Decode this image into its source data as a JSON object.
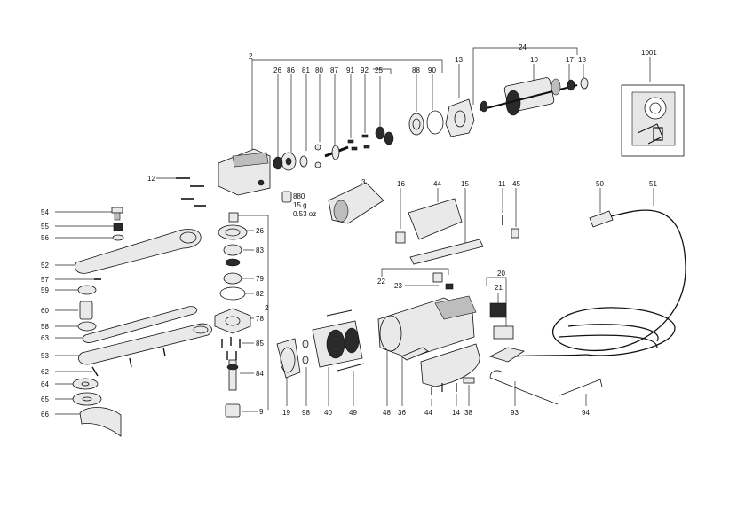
{
  "labels": {
    "l2a": "2",
    "l26a": "26",
    "l86": "86",
    "l81": "81",
    "l80": "80",
    "l87": "87",
    "l91": "91",
    "l92": "92",
    "l25": "25",
    "l88": "88",
    "l90": "90",
    "l13": "13",
    "l24": "24",
    "l10": "10",
    "l17": "17",
    "l18": "18",
    "l1001": "1001",
    "l12": "12",
    "l880": "880",
    "weight_g": "15 g",
    "weight_oz": "0.53 oz",
    "l3": "3",
    "l16": "16",
    "l44a": "44",
    "l15": "15",
    "l11": "11",
    "l45": "45",
    "l50": "50",
    "l51": "51",
    "l54": "54",
    "l55": "55",
    "l56": "56",
    "l52": "52",
    "l57": "57",
    "l59": "59",
    "l60": "60",
    "l58": "58",
    "l63": "63",
    "l53": "53",
    "l62": "62",
    "l64": "64",
    "l65": "65",
    "l66": "66",
    "l26b": "26",
    "l83": "83",
    "l79": "79",
    "l82": "82",
    "l2b": "2",
    "l78": "78",
    "l85": "85",
    "l84": "84",
    "l9": "9",
    "l19": "19",
    "l98": "98",
    "l40": "40",
    "l49": "49",
    "l48": "48",
    "l36": "36",
    "l44b": "44",
    "l14": "14",
    "l38": "38",
    "l22": "22",
    "l23": "23",
    "l20": "20",
    "l21": "21",
    "l93": "93",
    "l94": "94"
  }
}
